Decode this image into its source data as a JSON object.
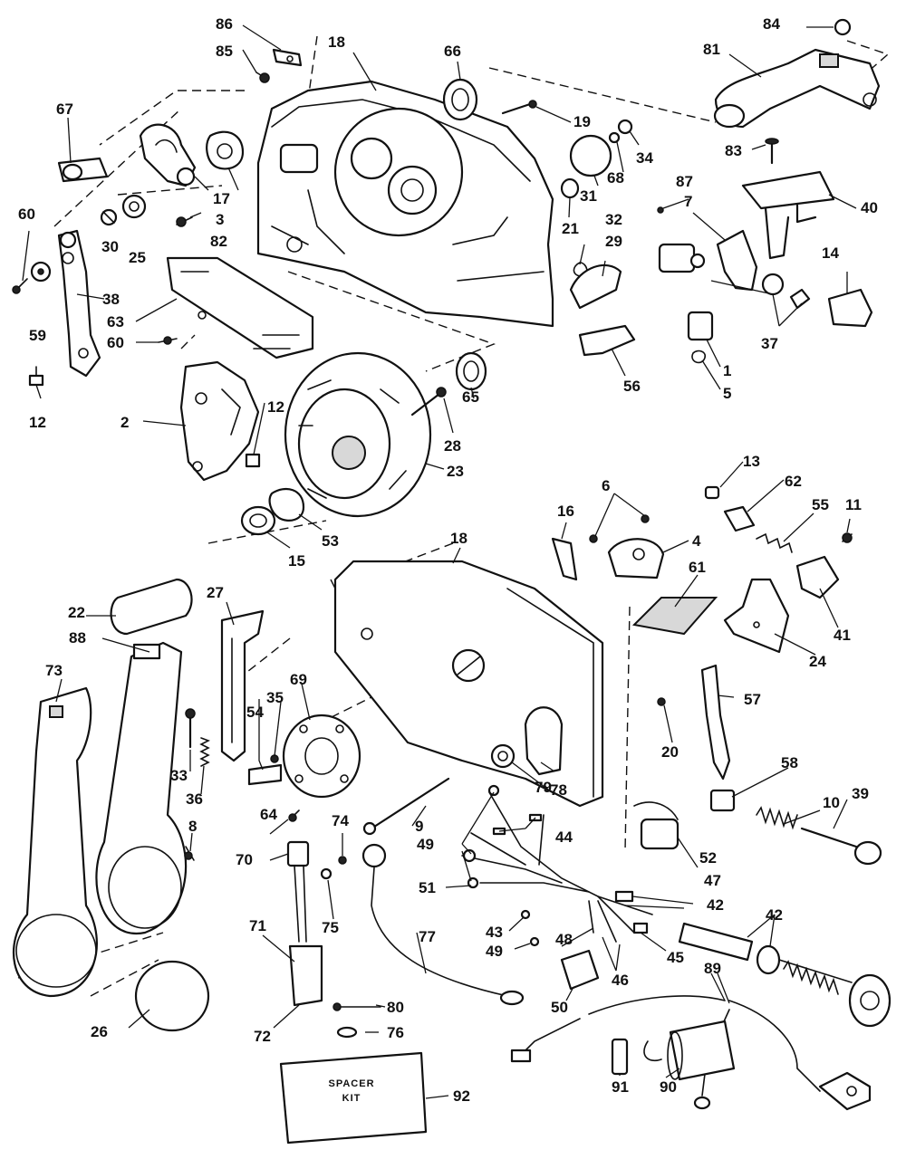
{
  "colors": {
    "ink": "#111111",
    "paper": "#ffffff",
    "shade": "#d8d8d8"
  },
  "callouts": {
    "c1": "1",
    "c2": "2",
    "c3": "3",
    "c4": "4",
    "c5": "5",
    "c6": "6",
    "c7": "7",
    "c8": "8",
    "c9": "9",
    "c10": "10",
    "c11": "11",
    "c12a": "12",
    "c12b": "12",
    "c13": "13",
    "c14": "14",
    "c15": "15",
    "c16": "16",
    "c17": "17",
    "c18a": "18",
    "c18b": "18",
    "c19": "19",
    "c20": "20",
    "c21": "21",
    "c22": "22",
    "c23": "23",
    "c24": "24",
    "c25": "25",
    "c26": "26",
    "c27": "27",
    "c28": "28",
    "c29": "29",
    "c30": "30",
    "c31": "31",
    "c32": "32",
    "c33": "33",
    "c34": "34",
    "c35": "35",
    "c36": "36",
    "c37": "37",
    "c38": "38",
    "c39": "39",
    "c40": "40",
    "c41": "41",
    "c42a": "42",
    "c42b": "42",
    "c43": "43",
    "c44": "44",
    "c45": "45",
    "c46": "46",
    "c47": "47",
    "c48": "48",
    "c49a": "49",
    "c49b": "49",
    "c50": "50",
    "c51": "51",
    "c52": "52",
    "c53": "53",
    "c54": "54",
    "c55": "55",
    "c56": "56",
    "c57": "57",
    "c58": "58",
    "c59": "59",
    "c60a": "60",
    "c60b": "60",
    "c61": "61",
    "c62": "62",
    "c63": "63",
    "c64": "64",
    "c65": "65",
    "c66": "66",
    "c67": "67",
    "c68": "68",
    "c69": "69",
    "c70": "70",
    "c71": "71",
    "c72": "72",
    "c73": "73",
    "c74": "74",
    "c75": "75",
    "c76": "76",
    "c77": "77",
    "c78": "78",
    "c79": "79",
    "c80": "80",
    "c81": "81",
    "c82": "82",
    "c83": "83",
    "c84": "84",
    "c85": "85",
    "c86": "86",
    "c87": "87",
    "c88": "88",
    "c89": "89",
    "c90": "90",
    "c91": "91",
    "c92": "92"
  },
  "spacer_kit": {
    "line1": "SPACER",
    "line2": "KIT"
  }
}
